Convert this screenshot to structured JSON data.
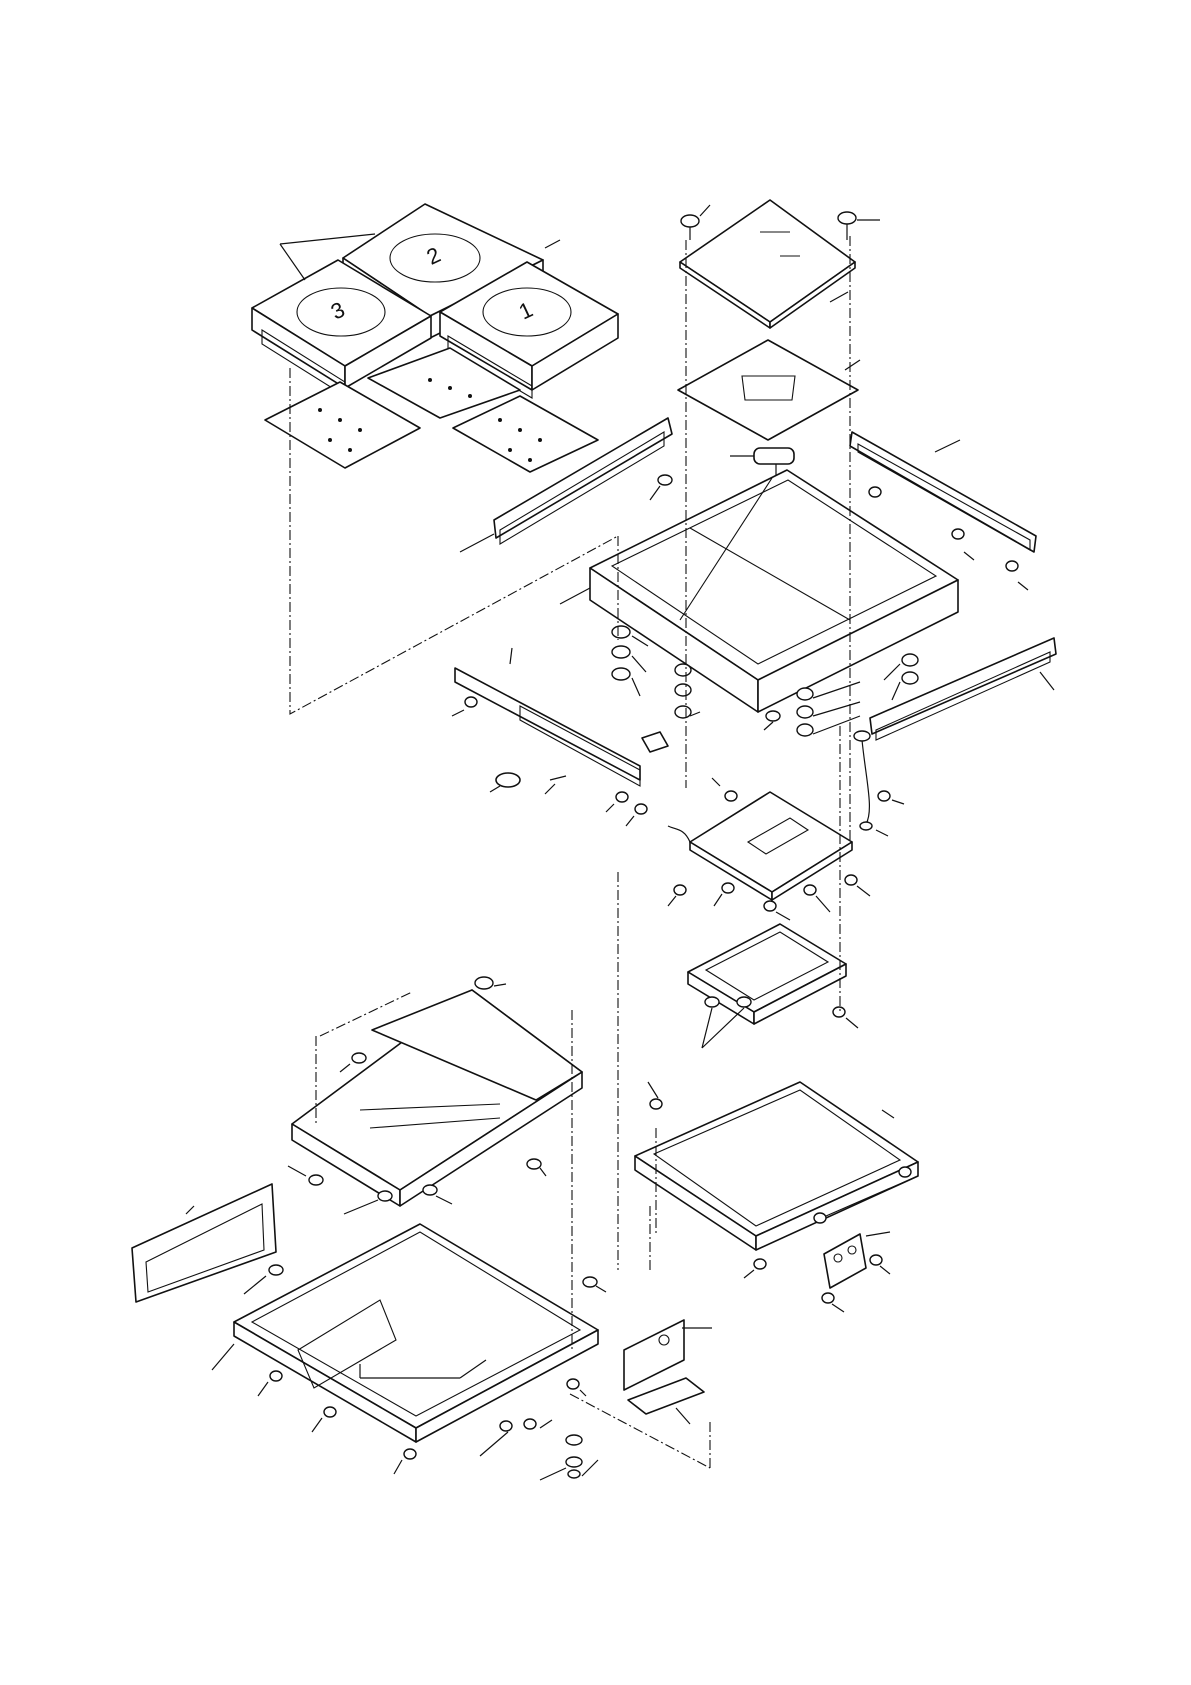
{
  "diagram": {
    "burner_numbers": [
      "3",
      "2",
      "1"
    ]
  }
}
